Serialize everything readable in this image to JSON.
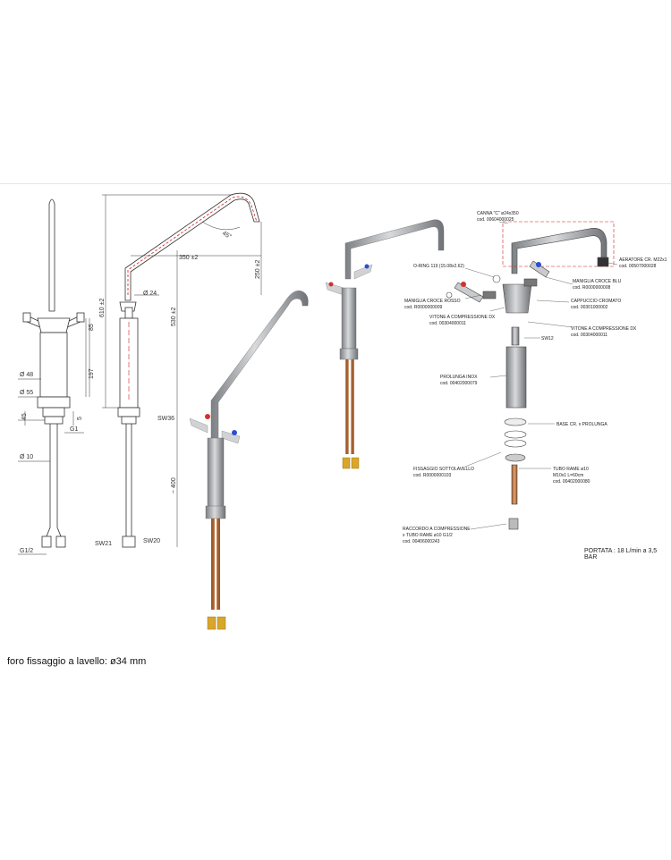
{
  "dimensions": {
    "d48": "Ø 48",
    "d55": "Ø 55",
    "h45": "45",
    "h5": "5",
    "g1": "G1",
    "d10": "Ø 10",
    "g12": "G1/2",
    "h85": "85",
    "h197": "197",
    "h610": "610 ±2",
    "h530": "530 ±2",
    "h400": "~ 400",
    "w350": "350 ±2",
    "h250": "250 ±2",
    "d24": "Ø 24",
    "angle": "45°",
    "sw36": "SW36",
    "sw21": "SW21",
    "sw20": "SW20"
  },
  "parts": {
    "canna": [
      "CANNA \"C\" ø24x350",
      "cod. 00604000025"
    ],
    "aeratore": [
      "AERATORE CR. M22x1",
      "cod. 00507000028"
    ],
    "oring": [
      "O-RING 119 (15.08x2.62)"
    ],
    "maniglia_blu": [
      "MANIGLIA CROCE BLU",
      "cod. R0000000008"
    ],
    "maniglia_rosso": [
      "MANIGLIA CROCE ROSSO",
      "cod. R0000000009"
    ],
    "cappuccio": [
      "CAPPUCCIO CROMATO",
      "cod. 00301000002"
    ],
    "vitone_dx1": [
      "VITONE A COMPRESSIONE DX",
      "cod. 00304000011"
    ],
    "vitone_dx2": [
      "VITONE A COMPRESSIONE DX",
      "cod. 00304000011"
    ],
    "sw12": [
      "SW12"
    ],
    "prolunga": [
      "PROLUNGA INOX",
      "cod. 00402000079"
    ],
    "base": [
      "BASE CR. x PROLUNGA"
    ],
    "fissaggio": [
      "FISSAGGIO SOTTOLAVELLO",
      "cod. R0000000103"
    ],
    "tubo": [
      "TUBO RAME ø10",
      "M10x1 L=60cm",
      "cod. 00402000080"
    ],
    "raccordo": [
      "RACCORDO A COMPRESSIONE",
      "x TUBO RAME ø10 G1/2",
      "cod. 00406000243"
    ]
  },
  "portata": "PORTATA : 18 L/min a 3,5 BAR",
  "caption": "foro fissaggio a lavello: ø34 mm",
  "colors": {
    "line": "#333333",
    "chrome": "#b9bcc0",
    "chrome_dark": "#8a8d91",
    "copper": "#c8804a",
    "brass": "#d9a62a",
    "red_handle": "#d23030",
    "blue_handle": "#2a4fd0",
    "red_hidden": "#d02020"
  }
}
